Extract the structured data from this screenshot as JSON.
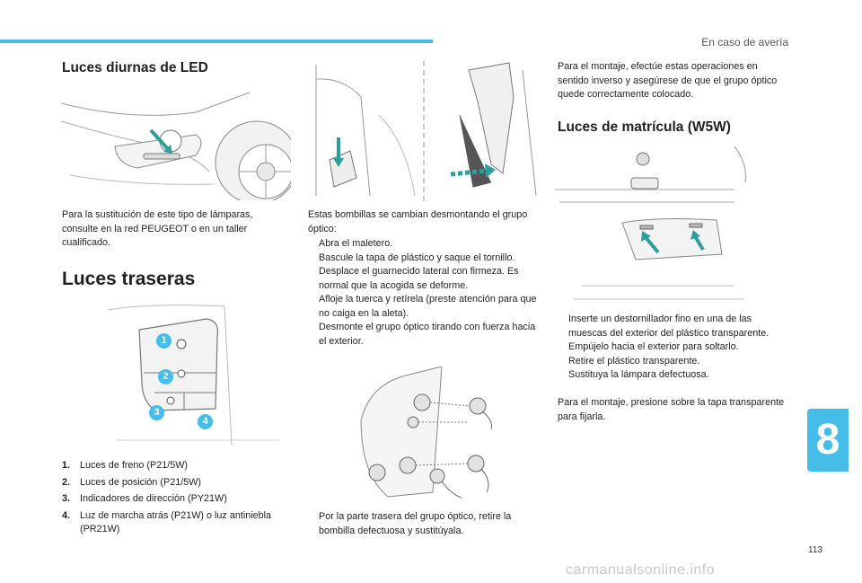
{
  "header": {
    "section": "En caso de avería"
  },
  "col1": {
    "led_title": "Luces diurnas de LED",
    "led_text": "Para la sustitución de este tipo de lámparas, consulte en la red PEUGEOT o en un taller cualificado.",
    "rear_title": "Luces traseras",
    "figure_callouts": [
      "1",
      "2",
      "3",
      "4"
    ],
    "lamps": [
      {
        "num": "1.",
        "text": "Luces de freno (P21/5W)"
      },
      {
        "num": "2.",
        "text": "Luces de posición (P21/5W)"
      },
      {
        "num": "3.",
        "text": "Indicadores de dirección (PY21W)"
      },
      {
        "num": "4.",
        "text": "Luz de marcha atrás (P21W) o luz antiniebla (PR21W)"
      }
    ]
  },
  "col2": {
    "intro": "Estas bombillas se cambian desmontando el grupo óptico:",
    "steps": [
      "Abra el maletero.",
      "Bascule la tapa de plástico y saque el tornillo.",
      "Desplace el guarnecido lateral con firmeza. Es normal que la acogida se deforme.",
      "Afloje la tuerca y retírela (preste atención para que no caiga en la aleta).",
      "Desmonte el grupo óptico tirando con fuerza hacia el exterior."
    ],
    "final_step": "Por la parte trasera del grupo óptico, retire la bombilla defectuosa y sustitúyala."
  },
  "col3": {
    "montaje": "Para el montaje, efectúe estas operaciones en sentido inverso y asegúrese de que el grupo óptico quede correctamente colocado.",
    "plate_title": "Luces de matrícula (W5W)",
    "steps": [
      "Inserte un destornillador fino en una de las muescas del exterior del plástico transparente.",
      "Empújelo hacia el exterior para soltarlo.",
      "Retire el plástico transparente.",
      "Sustituya la lámpara defectuosa."
    ],
    "closing": "Para el montaje, presione sobre la tapa transparente para fijarla."
  },
  "bullet_glyph": "",
  "chapter": "8",
  "page_number": "113",
  "watermark": "carmanualsonline.info",
  "colors": {
    "accent": "#44bde8",
    "arrow": "#2f9e9b"
  }
}
